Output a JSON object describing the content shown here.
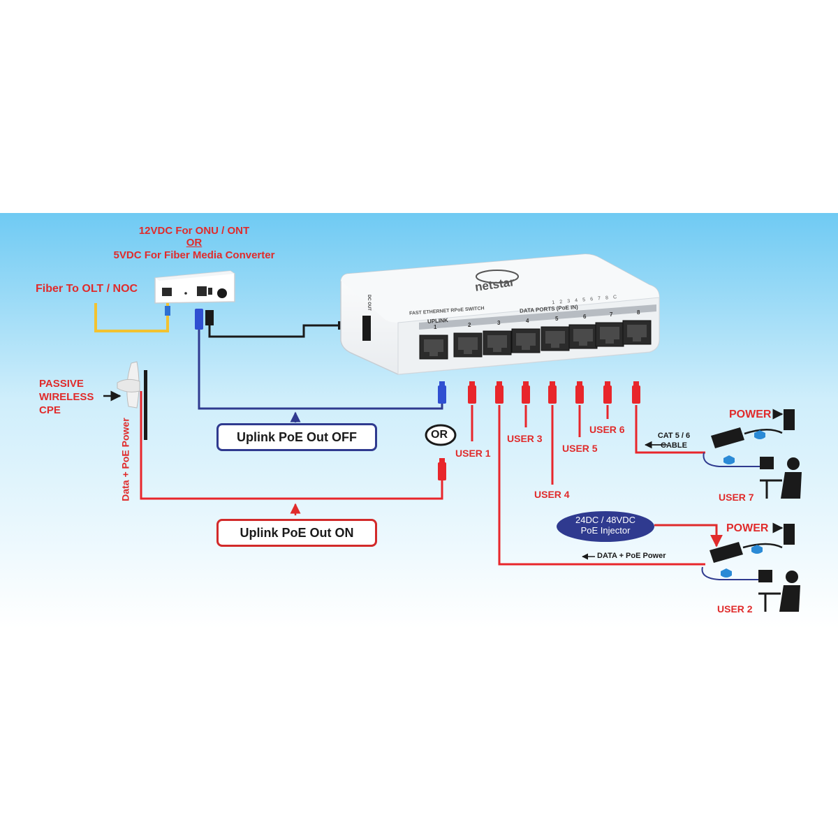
{
  "power_source": {
    "line1": "12VDC For ONU / ONT",
    "line2": "OR",
    "line3": "5VDC For Fiber Media Converter"
  },
  "fiber_label": "Fiber To OLT / NOC",
  "cpe_label": [
    "PASSIVE",
    "WIRELESS",
    "CPE"
  ],
  "vertical_label": "Data + PoE Power",
  "switch": {
    "brand": "netstar",
    "model": "FAST ETHERNET RPoE SWITCH",
    "data_ports_label": "DATA PORTS (PoE IN)",
    "uplink_label": "UPLINK",
    "dc_out_label": "DC OUT",
    "port_numbers": [
      "1",
      "2",
      "3",
      "4",
      "5",
      "6",
      "7",
      "8"
    ],
    "led_labels": [
      "1",
      "2",
      "3",
      "4",
      "5",
      "6",
      "7",
      "8",
      "C"
    ]
  },
  "uplink_off": "Uplink PoE Out OFF",
  "uplink_on": "Uplink PoE Out ON",
  "or_badge": "OR",
  "users": {
    "u1": "USER 1",
    "u2": "USER 2",
    "u3": "USER 3",
    "u4": "USER 4",
    "u5": "USER 5",
    "u6": "USER 6",
    "u7": "USER 7"
  },
  "cable_label": [
    "CAT 5 / 6",
    "CABLE"
  ],
  "power_label_top": "POWER",
  "power_label_bottom": "POWER",
  "injector": [
    "24DC / 48VDC",
    "PoE Injector"
  ],
  "data_poe_label": "DATA + PoE Power",
  "colors": {
    "sky_top": "#6fcaf3",
    "label_red": "#e02b2b",
    "uplink_blue": "#2f3a8f",
    "cable_red": "#e8262b",
    "fiber_yellow": "#f2c230",
    "injector_fill": "#2f3a8f"
  }
}
